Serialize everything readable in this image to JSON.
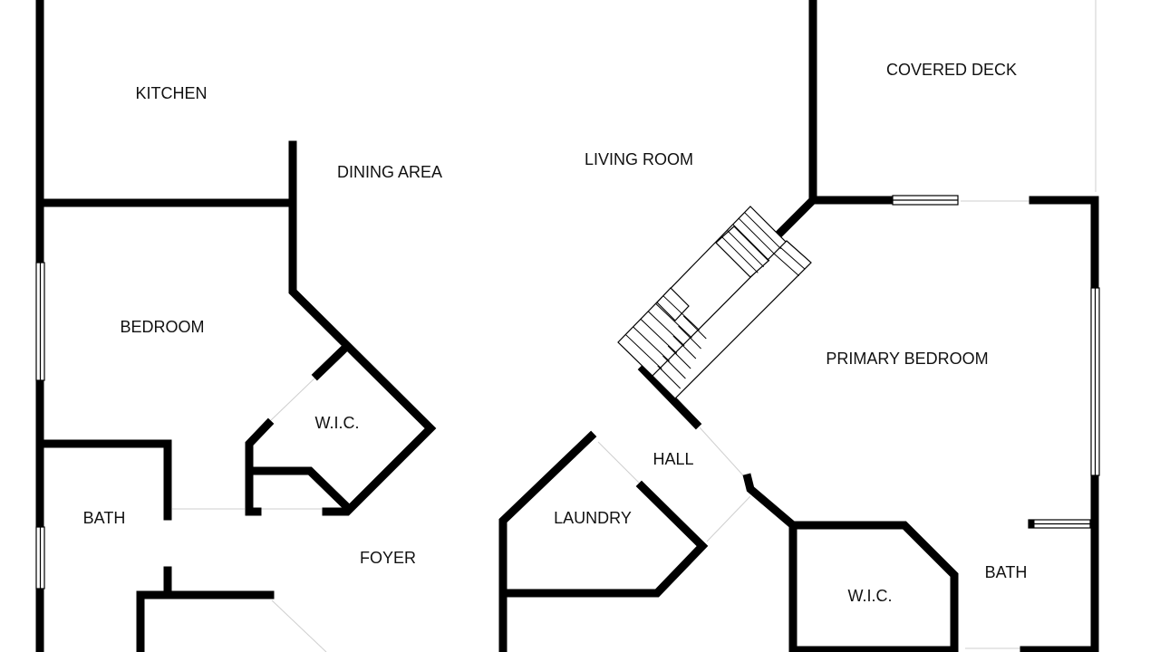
{
  "rooms": {
    "kitchen": "KITCHEN",
    "covered_deck": "COVERED DECK",
    "dining_area": "DINING AREA",
    "living_room": "LIVING ROOM",
    "bedroom": "BEDROOM",
    "primary_bedroom": "PRIMARY BEDROOM",
    "wic_left": "W.I.C.",
    "hall": "HALL",
    "bath_left": "BATH",
    "laundry": "LAUNDRY",
    "foyer": "FOYER",
    "bath_right": "BATH",
    "wic_right": "W.I.C."
  },
  "colors": {
    "wall": "#000000",
    "background": "#ffffff"
  }
}
